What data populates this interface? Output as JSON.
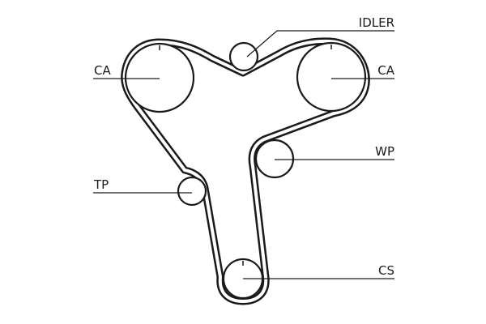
{
  "labels": {
    "idler": "IDLER",
    "cam_left": "CA",
    "cam_right": "CA",
    "water_pump": "WP",
    "tensioner": "TP",
    "crankshaft": "CS"
  },
  "colors": {
    "belt": "#1a1a1a",
    "belt_inner": "#ffffff",
    "lines": "#1a1a1a",
    "text": "#1a1a1a",
    "background": "#ffffff"
  }
}
